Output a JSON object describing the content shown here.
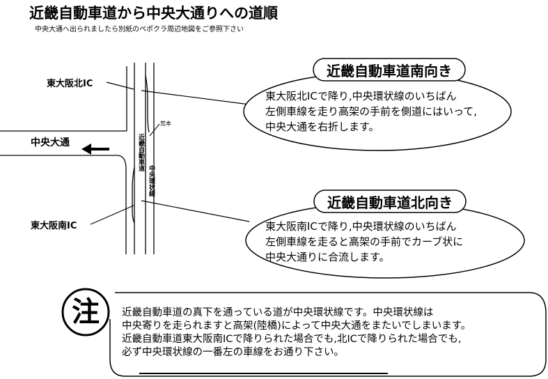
{
  "header": {
    "title": "近畿自動車道から中央大通りへの道順",
    "subtitle": "中央大通へ出られましたら別紙のペポクラ周辺地図をご参照下さい"
  },
  "map": {
    "ic_north": "東大阪北IC",
    "ic_south": "東大阪南IC",
    "road_chuo_odori": "中央大通",
    "road_kinki": "近畿自動車道",
    "road_chuo_kanjo": "中央環状線",
    "place_aramoto": "荒本"
  },
  "callout_south": {
    "title": "近畿自動車道南向き",
    "lines": [
      "東大阪北ICで降り,中央環状線のいちばん",
      "左側車線を走り高架の手前を側道にはいって,",
      "中央大通を右折します。"
    ]
  },
  "callout_north": {
    "title": "近畿自動車道北向き",
    "lines": [
      "東大阪南ICで降り,中央環状線のいちばん",
      "左側車線を走ると高架の手前でカーブ状に",
      "中央大通りに合流します。"
    ]
  },
  "note": {
    "badge": "注",
    "lines": [
      "近畿自動車道の真下を通っている道が中央環状線です。中央環状線は",
      "中央寄りを走られますと高架(陸橋)によって中央大通をまたいでしまいます。",
      "近畿自動車道東大阪南ICで降りられた場合でも,北ICで降りられた場合でも,",
      "必ず中央環状線の一番左の車線をお通り下さい。"
    ]
  }
}
